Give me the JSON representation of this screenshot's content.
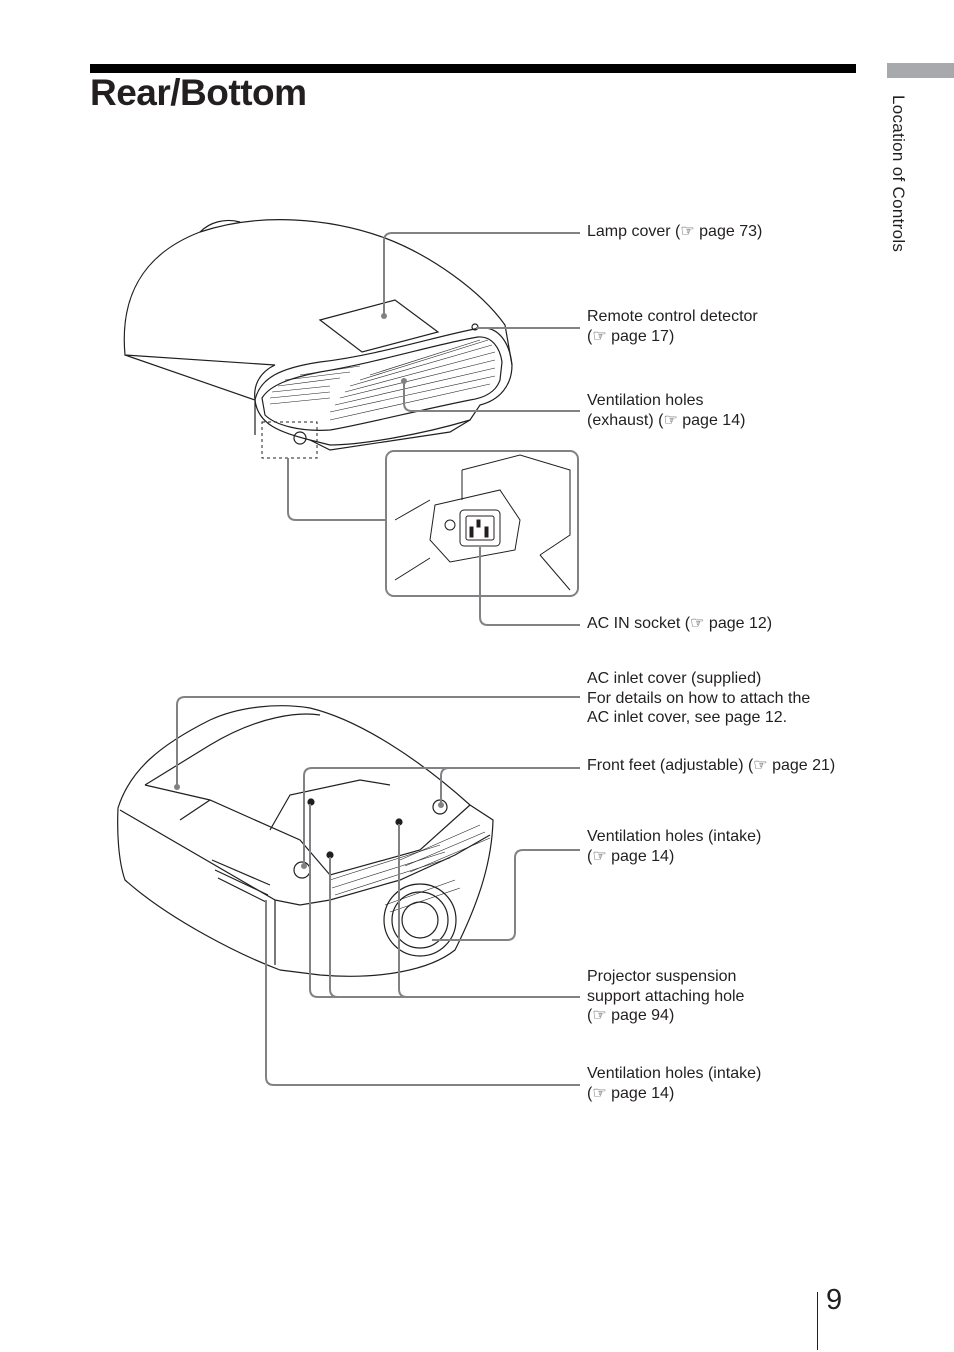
{
  "header": {
    "title": "Rear/Bottom",
    "side_tab": "Location of Controls"
  },
  "callouts": {
    "lamp_cover": [
      "Lamp cover (☞ page 73)"
    ],
    "remote_detector": [
      "Remote control detector",
      "(☞ page 17)"
    ],
    "vent_exhaust": [
      "Ventilation holes",
      "(exhaust) (☞ page 14)"
    ],
    "ac_in_socket": [
      "AC IN socket (☞ page 12)"
    ],
    "ac_inlet_cover": [
      "AC inlet cover (supplied)",
      "For details on how to attach the",
      "AC inlet cover, see page 12."
    ],
    "front_feet": [
      "Front feet (adjustable) (☞ page 21)"
    ],
    "vent_intake_1": [
      "Ventilation holes (intake)",
      "(☞ page 14)"
    ],
    "suspension_hole": [
      "Projector suspension",
      "support attaching hole",
      "(☞ page 94)"
    ],
    "vent_intake_2": [
      "Ventilation holes (intake)",
      "(☞ page 14)"
    ]
  },
  "footer": {
    "page_number": "9"
  }
}
